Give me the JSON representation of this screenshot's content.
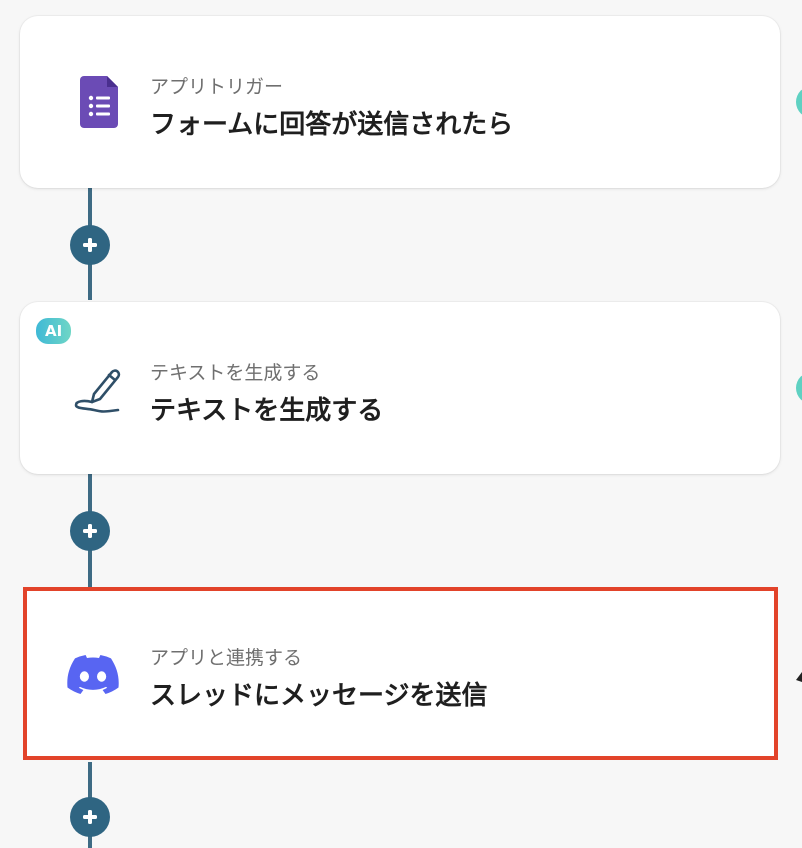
{
  "flow": {
    "steps": [
      {
        "subtitle": "アプリトリガー",
        "title": "フォームに回答が送信されたら",
        "icon": "google-forms-icon",
        "icon_color": "#6b4bb5"
      },
      {
        "badge": "AI",
        "subtitle": "テキストを生成する",
        "title": "テキストを生成する",
        "icon": "pen-scribble-icon",
        "icon_color": "#2f4f68"
      },
      {
        "subtitle": "アプリと連携する",
        "title": "スレッドにメッセージを送信",
        "icon": "discord-icon",
        "icon_color": "#5865f2"
      }
    ],
    "add_button_icon": "plus-icon"
  },
  "colors": {
    "connector": "#3e6b84",
    "add_button": "#2f6582",
    "selected_border": "#e2432a",
    "ai_badge": "#3fb9d6",
    "edge_accent": "#5fd1c2"
  }
}
